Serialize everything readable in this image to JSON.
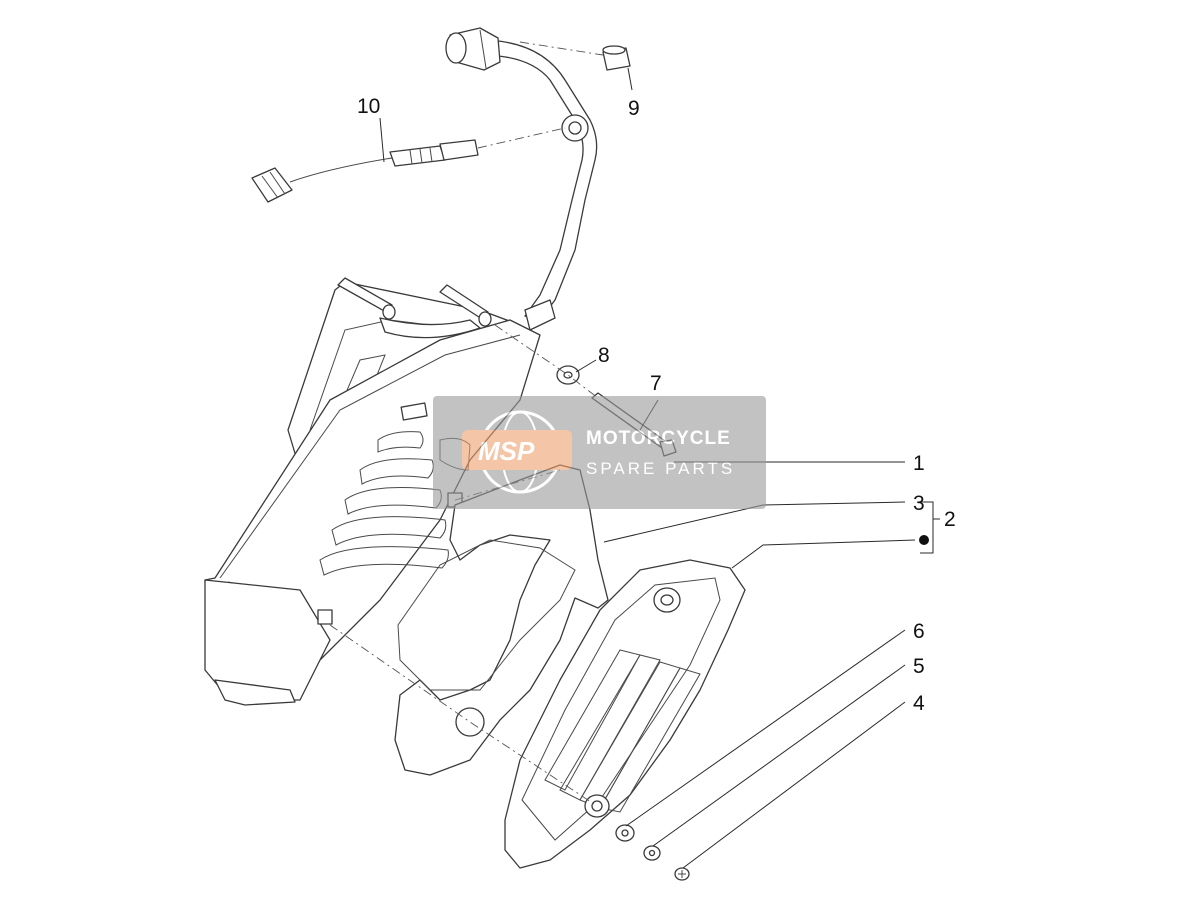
{
  "callouts": [
    {
      "id": "1",
      "label": "1"
    },
    {
      "id": "2",
      "label": "2"
    },
    {
      "id": "3",
      "label": "3"
    },
    {
      "id": "4",
      "label": "4"
    },
    {
      "id": "5",
      "label": "5"
    },
    {
      "id": "6",
      "label": "6"
    },
    {
      "id": "7",
      "label": "7"
    },
    {
      "id": "8",
      "label": "8"
    },
    {
      "id": "9",
      "label": "9"
    },
    {
      "id": "10",
      "label": "10"
    }
  ],
  "watermark": {
    "logo": "MSP",
    "line1": "MOTORCYCLE",
    "line2": "SPARE PARTS",
    "bg_color": "#9a9a9a",
    "accent_color": "#f0a070"
  }
}
